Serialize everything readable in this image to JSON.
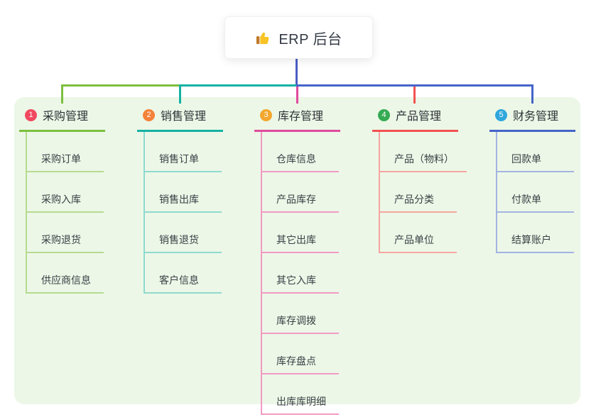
{
  "root": {
    "label": "ERP 后台",
    "icon": "thumbs-up-icon"
  },
  "colors": {
    "panel_bg": "#ecf7e7",
    "root_connector": "#4a5ec4",
    "title_text": "#2f3338",
    "item_text": "#3b4046"
  },
  "branches": [
    {
      "index": "1",
      "title": "采购管理",
      "badge_color": "#f1495f",
      "line_color": "#7cbf3f",
      "item_line_color": "#b6db91",
      "items": [
        "采购订单",
        "采购入库",
        "采购退货",
        "供应商信息"
      ]
    },
    {
      "index": "2",
      "title": "销售管理",
      "badge_color": "#f5813a",
      "line_color": "#14b2a3",
      "item_line_color": "#8edacf",
      "items": [
        "销售订单",
        "销售出库",
        "销售退货",
        "客户信息"
      ]
    },
    {
      "index": "3",
      "title": "库存管理",
      "badge_color": "#f3a72e",
      "line_color": "#e04b9d",
      "item_line_color": "#f29ac4",
      "items": [
        "仓库信息",
        "产品库存",
        "其它出库",
        "其它入库",
        "库存调拨",
        "库存盘点",
        "出库库明细"
      ]
    },
    {
      "index": "4",
      "title": "产品管理",
      "badge_color": "#35ab53",
      "line_color": "#f25252",
      "item_line_color": "#f7a5a0",
      "items": [
        "产品（物料）",
        "产品分类",
        "产品单位"
      ]
    },
    {
      "index": "5",
      "title": "财务管理",
      "badge_color": "#2fa7dc",
      "line_color": "#4565c9",
      "item_line_color": "#a4b3e2",
      "items": [
        "回款单",
        "付款单",
        "结算账户"
      ]
    }
  ]
}
